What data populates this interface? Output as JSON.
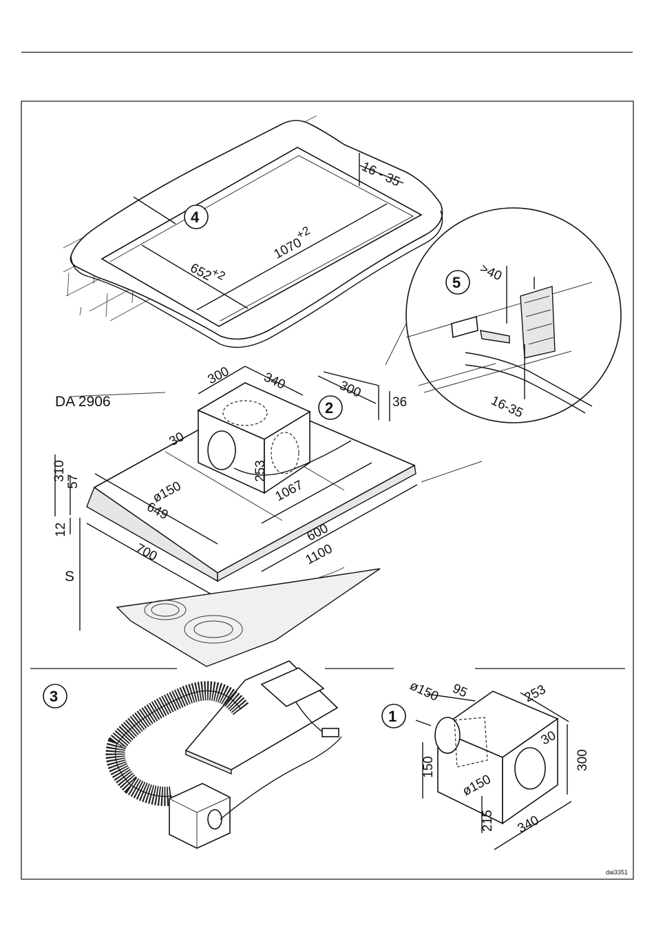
{
  "model": "DA 2906",
  "reference": "dai3351",
  "callouts": {
    "one": "1",
    "two": "2",
    "three": "3",
    "four": "4",
    "five": "5"
  },
  "cutout": {
    "thickness": "16 - 35",
    "length": "1070",
    "length_tol": "+2",
    "width": "652",
    "width_tol": "+2"
  },
  "detail": {
    "clearance": ">40",
    "thickness": "16-35"
  },
  "hood": {
    "box_width": "300",
    "box_depth": "340",
    "rear_offset": "300",
    "top_height": "36",
    "total_height": "310",
    "body_height": "57",
    "glass": "12",
    "duct_offset": "30",
    "duct_dia": "ø150",
    "box_height": "253",
    "inner_length": "1067",
    "depth": "649",
    "front_depth": "700",
    "length_600": "600",
    "length_1100": "1100",
    "distance": "S"
  },
  "box": {
    "inlet_dia": "ø150",
    "inlet_depth": "95",
    "box_depth": "253",
    "outlet_offset": "30",
    "box_height": "300",
    "inlet_height": "150",
    "outlet_dia": "ø150",
    "bottom_height": "215",
    "box_width": "340"
  }
}
